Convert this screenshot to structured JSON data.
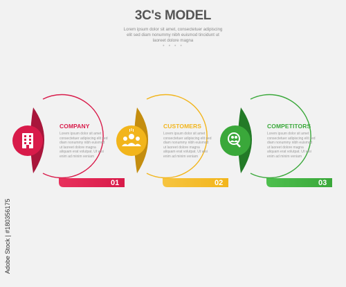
{
  "header": {
    "title": "3C's MODEL",
    "subtitle_line1": "Lorem ipsum dolor sit amet, consectetuer adipiscing",
    "subtitle_line2": "elit sed diam nonummy nibh euismod tincidunt ut",
    "subtitle_line3": "laoreet dolore magna",
    "dots": "• • • •"
  },
  "cards": [
    {
      "title": "COMPANY",
      "number": "01",
      "color": "#d81b4a",
      "dark_color": "#a8163b",
      "icon": "building-icon",
      "body": "Lorem ipsum dolor sit amet consectetuer adipiscing elit sed diam nonummy nibh euismod ut laoreet dolore magna aliquam erat volutpat. Ut wisi enim ad minim veniam"
    },
    {
      "title": "CUSTOMERS",
      "number": "02",
      "color": "#f2b51c",
      "dark_color": "#c48d0f",
      "icon": "group-icon",
      "body": "Lorem ipsum dolor sit amet consectetuer adipiscing elit sed diam nonummy nibh euismod ut laoreet dolore magna aliquam erat volutpat. Ut wisi enim ad minim veniam"
    },
    {
      "title": "COMPETITORS",
      "number": "03",
      "color": "#3aa83a",
      "dark_color": "#237a27",
      "icon": "search-people-icon",
      "body": "Lorem ipsum dolor sit amet consectetuer adipiscing elit sed diam nonummy nibh euismod ut laoreet dolore magna aliquam erat volutpat. Ut wisi enim ad minim veniam"
    }
  ],
  "watermark": "Adobe Stock | #180356175"
}
